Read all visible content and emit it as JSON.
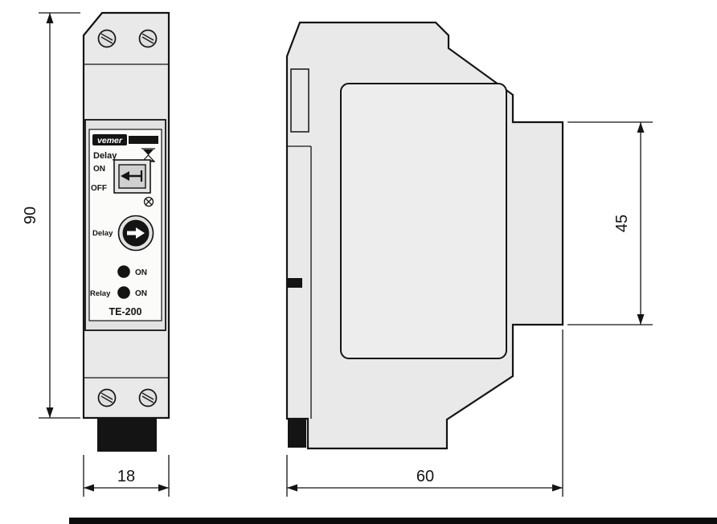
{
  "page": {
    "background": "#ffffff",
    "footer_bar_color": "#0c0c0c"
  },
  "device": {
    "front": {
      "brand": "vemer",
      "model": "TE-200",
      "delay_heading": "Delay",
      "switch_on": "ON",
      "switch_off": "OFF",
      "knob_label": "Delay",
      "power_led_label": "ON",
      "relay_label": "Relay",
      "relay_led_label": "ON"
    },
    "icons": {
      "hourglass": "hourglass-icon",
      "switch_arrow": "left-arrow-icon",
      "lamp": "circle-x-icon",
      "knob_arrow": "right-arrow-icon",
      "screw": "screw-slot-icon"
    }
  },
  "dimensions": {
    "height_mm": "90",
    "width_mm": "18",
    "depth_mm": "60",
    "front_height_mm": "45"
  },
  "colors": {
    "outline": "#141414",
    "body_fill": "#e9e9e9",
    "panel_fill": "#fbfbfa",
    "label_black": "#141414",
    "background": "#ffffff"
  }
}
